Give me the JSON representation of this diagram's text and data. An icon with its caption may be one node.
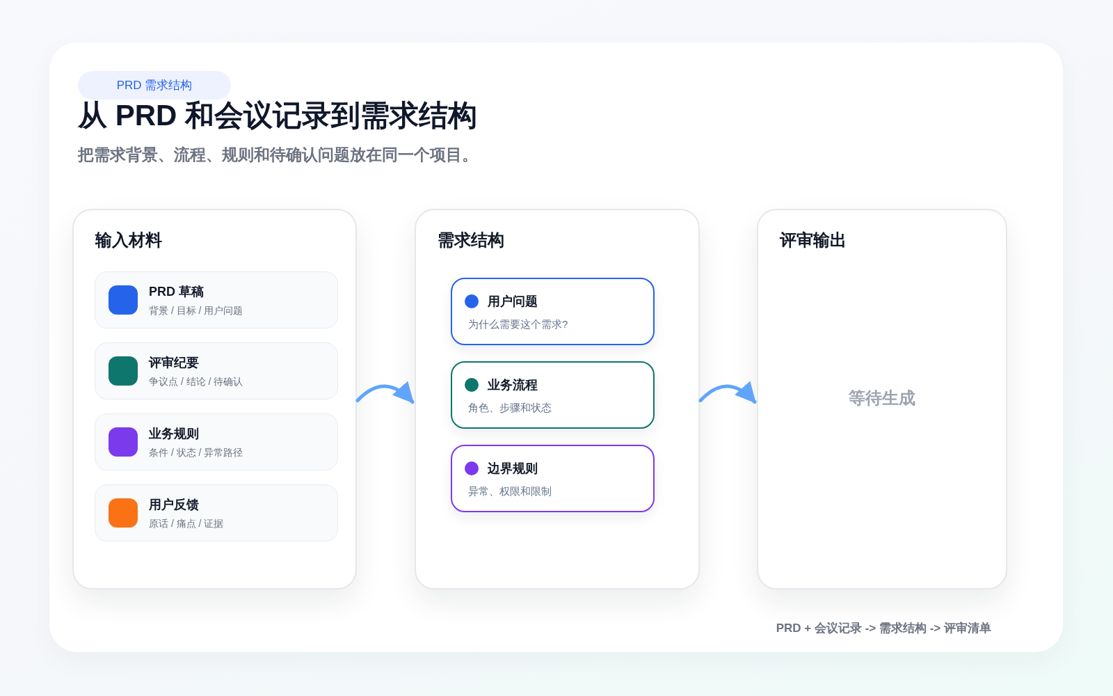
{
  "diagram": {
    "title": "从 PRD 和会议记录到需求结构",
    "nodes": [
      {
        "text": [
          "PRD 需求结构"
        ]
      },
      {
        "text": [
          "输入材料"
        ]
      },
      {
        "text": [
          "PRD 草稿",
          "背景 / 目标 / 用户问题"
        ],
        "in": 1
      },
      {
        "text": [
          "评审纪要",
          "争议点 / 结论 / 待确认"
        ],
        "in": 1
      },
      {
        "text": [
          "业务规则",
          "条件 / 状态 / 异常路径"
        ],
        "in": 1
      },
      {
        "text": [
          "用户反馈",
          "原话 / 痛点 / 证据"
        ],
        "in": 1
      },
      {
        "text": [
          "需求结构"
        ]
      },
      {
        "text": [
          "用户问题",
          "为什么需要这个需求?"
        ],
        "in": 6
      },
      {
        "text": [
          "业务流程",
          "角色、步骤和状态"
        ],
        "in": 6
      },
      {
        "text": [
          "边界规则",
          "异常、权限和限制"
        ],
        "in": 6
      },
      {
        "text": [
          "评审输出",
          "等待生成"
        ]
      }
    ],
    "edges": [
      {
        "from": 1,
        "to": 6,
        "arrow": "to"
      },
      {
        "from": 6,
        "to": 10,
        "arrow": "to"
      }
    ],
    "labels": [
      "把需求背景、流程、规则和待确认问题放在同一个项目。",
      "PRD + 会议记录 -> 需求结构 -> 评审清单"
    ]
  }
}
